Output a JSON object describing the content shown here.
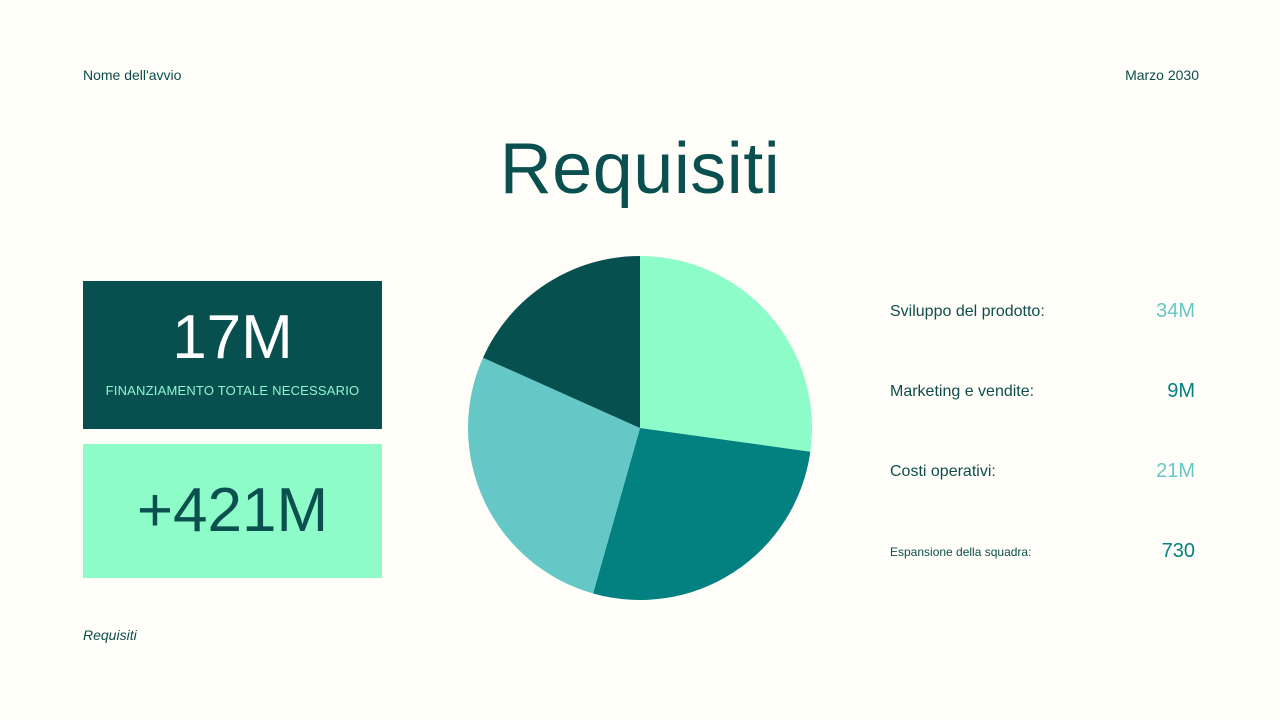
{
  "header": {
    "left": "Nome dell'avvio",
    "right": "Marzo 2030"
  },
  "title": "Requisiti",
  "cards": {
    "total": {
      "value": "17M",
      "label": "FINANZIAMENTO TOTALE NECESSARIO"
    },
    "plus": {
      "value": "+421M"
    }
  },
  "legend": [
    {
      "label": "Sviluppo del prodotto:",
      "value": "34M",
      "color": "#66c7c7"
    },
    {
      "label": "Marketing e vendite:",
      "value": "9M",
      "color": "#068080"
    },
    {
      "label": "Costi operativi:",
      "value": "21M",
      "color": "#66c7c7"
    },
    {
      "label": "Espansione della squadra:",
      "value": "730",
      "color": "#068080"
    }
  ],
  "footer": "Requisiti",
  "chart_data": {
    "type": "pie",
    "title": "",
    "start_angle_deg": 0,
    "direction": "clockwise",
    "slices": [
      {
        "label": "slice-1",
        "percent": 27.2,
        "color": "#8dfcc9"
      },
      {
        "label": "slice-2",
        "percent": 27.2,
        "color": "#038080"
      },
      {
        "label": "slice-3",
        "percent": 27.3,
        "color": "#66c7c7"
      },
      {
        "label": "slice-4",
        "percent": 18.3,
        "color": "#075050"
      }
    ],
    "legend_entries": [
      "Sviluppo del prodotto",
      "Marketing e vendite",
      "Costi operativi",
      "Espansione della squadra"
    ],
    "legend_values": [
      "34M",
      "9M",
      "21M",
      "730"
    ]
  }
}
